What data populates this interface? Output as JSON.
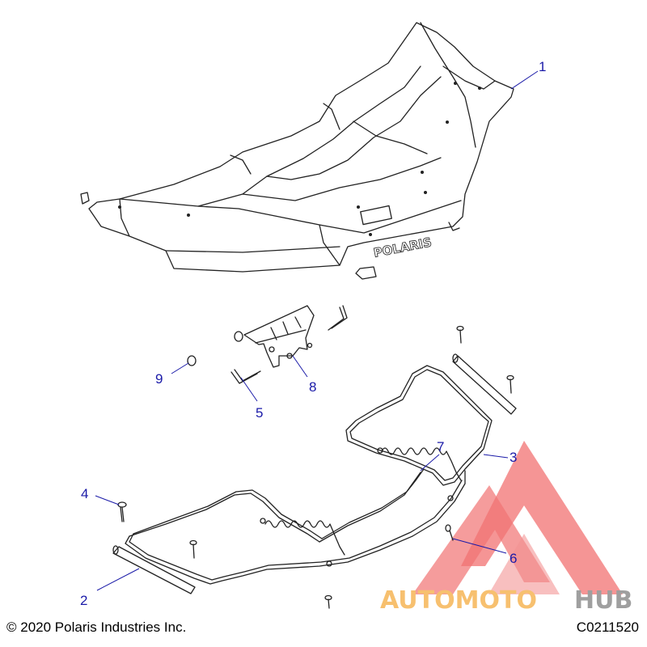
{
  "callouts": {
    "c1": "1",
    "c2": "2",
    "c3": "3",
    "c4": "4",
    "c5": "5",
    "c6": "6",
    "c7": "7",
    "c8": "8",
    "c9": "9"
  },
  "part_label": "POLARIS",
  "watermark": {
    "part1": "AUTOMOTO",
    "part2": "HUB",
    "color_orange": "#f6b656",
    "color_grey": "#8f8f8f",
    "color_red": "#ef5a5a"
  },
  "footer": {
    "copyright": "© 2020 Polaris Industries Inc.",
    "code": "C0211520"
  },
  "colors": {
    "callout": "#1a1aa8",
    "line": "#222222"
  }
}
